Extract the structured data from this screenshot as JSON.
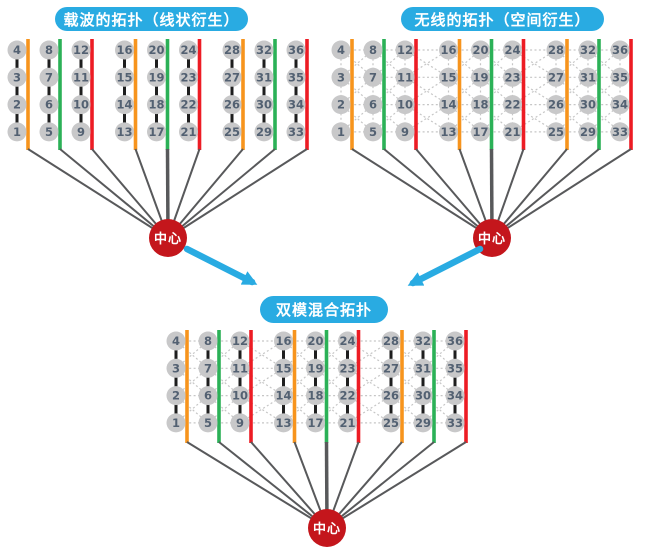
{
  "figure": {
    "description_visible_text_only": true,
    "hub_label": "中心"
  },
  "colors": {
    "badge": "#29abe2",
    "arrow": "#29abe2",
    "hub_fill": "#c4161c",
    "hub_text": "#ffffff",
    "node_fill": "#c8c8c9",
    "node_text": "#536172",
    "solid_link": "#1e1e1e",
    "dotted_link": "#c6c6c6",
    "fan_link": "#58595b",
    "feeder_cycle": [
      "#f7941d",
      "#2bb157",
      "#ed1c24"
    ]
  },
  "node_columns": [
    [
      4,
      3,
      2,
      1
    ],
    [
      8,
      7,
      6,
      5
    ],
    [
      12,
      11,
      10,
      9
    ],
    [
      16,
      15,
      14,
      13
    ],
    [
      20,
      19,
      18,
      17
    ],
    [
      24,
      23,
      22,
      21
    ],
    [
      28,
      27,
      26,
      25
    ],
    [
      32,
      31,
      30,
      29
    ],
    [
      36,
      35,
      34,
      33
    ]
  ],
  "diagrams": [
    {
      "id": "carrier",
      "title": "载波的拓扑（线状衍生）",
      "hub_label": "中心",
      "links": "solid"
    },
    {
      "id": "wireless",
      "title": "无线的拓扑（空间衍生）",
      "hub_label": "中心",
      "links": "dotted"
    },
    {
      "id": "hybrid",
      "title": "双模混合拓扑",
      "hub_label": "中心",
      "links": "both"
    }
  ]
}
